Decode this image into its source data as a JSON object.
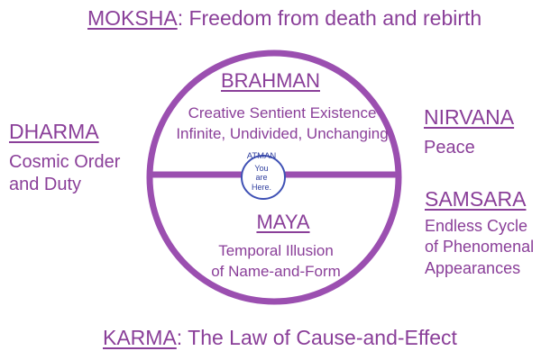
{
  "moksha": {
    "term": "MOKSHA",
    "description": ": Freedom from death and rebirth"
  },
  "karma": {
    "term": "KARMA",
    "description": ": The Law of Cause-and-Effect"
  },
  "dharma": {
    "term": "DHARMA",
    "description_line1": "Cosmic Order",
    "description_line2": "and Duty"
  },
  "nirvana": {
    "term": "NIRVANA",
    "description": "Peace"
  },
  "samsara": {
    "term": "SAMSARA",
    "description_line1": "Endless Cycle",
    "description_line2": "of Phenomenal",
    "description_line3": "Appearances"
  },
  "brahman": {
    "term": "BRAHMAN",
    "description_line1": "Creative Sentient Existence",
    "description_line2": "Infinite, Undivided, Unchanging"
  },
  "maya": {
    "term": "MAYA",
    "description_line1": "Temporal Illusion",
    "description_line2": "of Name-and-Form"
  },
  "atman": {
    "term": "ATMAN",
    "line1": "You",
    "line2": "are",
    "line3": "Here."
  },
  "colors": {
    "accent": "#8a3f99",
    "circle": "#9b4fb0",
    "atman": "#2f3e9e"
  }
}
